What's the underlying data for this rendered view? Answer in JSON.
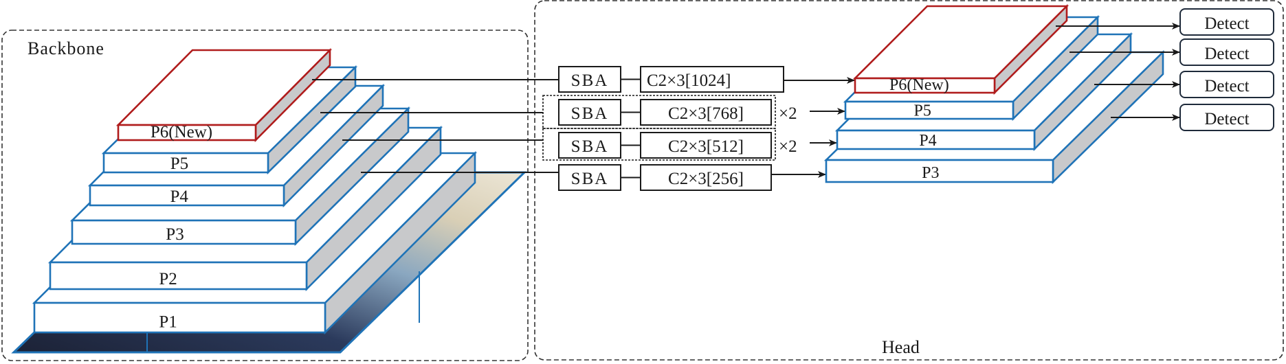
{
  "sections": {
    "backbone_label": "Backbone",
    "head_label": "Head"
  },
  "backbone_layers": [
    {
      "label": "P6(New)",
      "highlight": true
    },
    {
      "label": "P5",
      "highlight": false
    },
    {
      "label": "P4",
      "highlight": false
    },
    {
      "label": "P3",
      "highlight": false
    },
    {
      "label": "P2",
      "highlight": false
    },
    {
      "label": "P1",
      "highlight": false
    }
  ],
  "head_layers": [
    {
      "label": "P6(New)",
      "highlight": true
    },
    {
      "label": "P5",
      "highlight": false
    },
    {
      "label": "P4",
      "highlight": false
    },
    {
      "label": "P3",
      "highlight": false
    }
  ],
  "neck_rows": [
    {
      "sba": "SBA",
      "block": "C2×3[1024]",
      "repeat": "",
      "grouped": false
    },
    {
      "sba": "SBA",
      "block": "C2×3[768]",
      "repeat": "×2",
      "grouped": true
    },
    {
      "sba": "SBA",
      "block": "C2×3[512]",
      "repeat": "×2",
      "grouped": true
    },
    {
      "sba": "SBA",
      "block": "C2×3[256]",
      "repeat": "",
      "grouped": false
    }
  ],
  "detect_heads": [
    "Detect",
    "Detect",
    "Detect",
    "Detect"
  ],
  "colors": {
    "layer_stroke": "#1f73b7",
    "new_layer_stroke": "#b01c1c",
    "side_face": "#c8c9cb",
    "line": "#1a1a1a"
  }
}
